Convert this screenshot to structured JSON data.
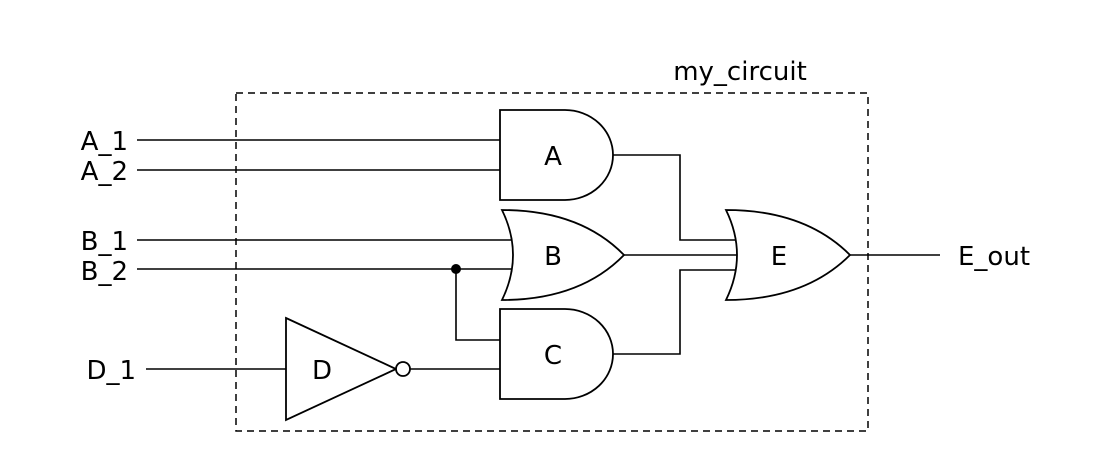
{
  "circuit": {
    "title": "my_circuit"
  },
  "inputs": {
    "a1": "A_1",
    "a2": "A_2",
    "b1": "B_1",
    "b2": "B_2",
    "d1": "D_1"
  },
  "output": {
    "e_out": "E_out"
  },
  "gates": {
    "a": {
      "label": "A",
      "kind": "and"
    },
    "b": {
      "label": "B",
      "kind": "or"
    },
    "c": {
      "label": "C",
      "kind": "and"
    },
    "d": {
      "label": "D",
      "kind": "not"
    },
    "e": {
      "label": "E",
      "kind": "or"
    }
  }
}
